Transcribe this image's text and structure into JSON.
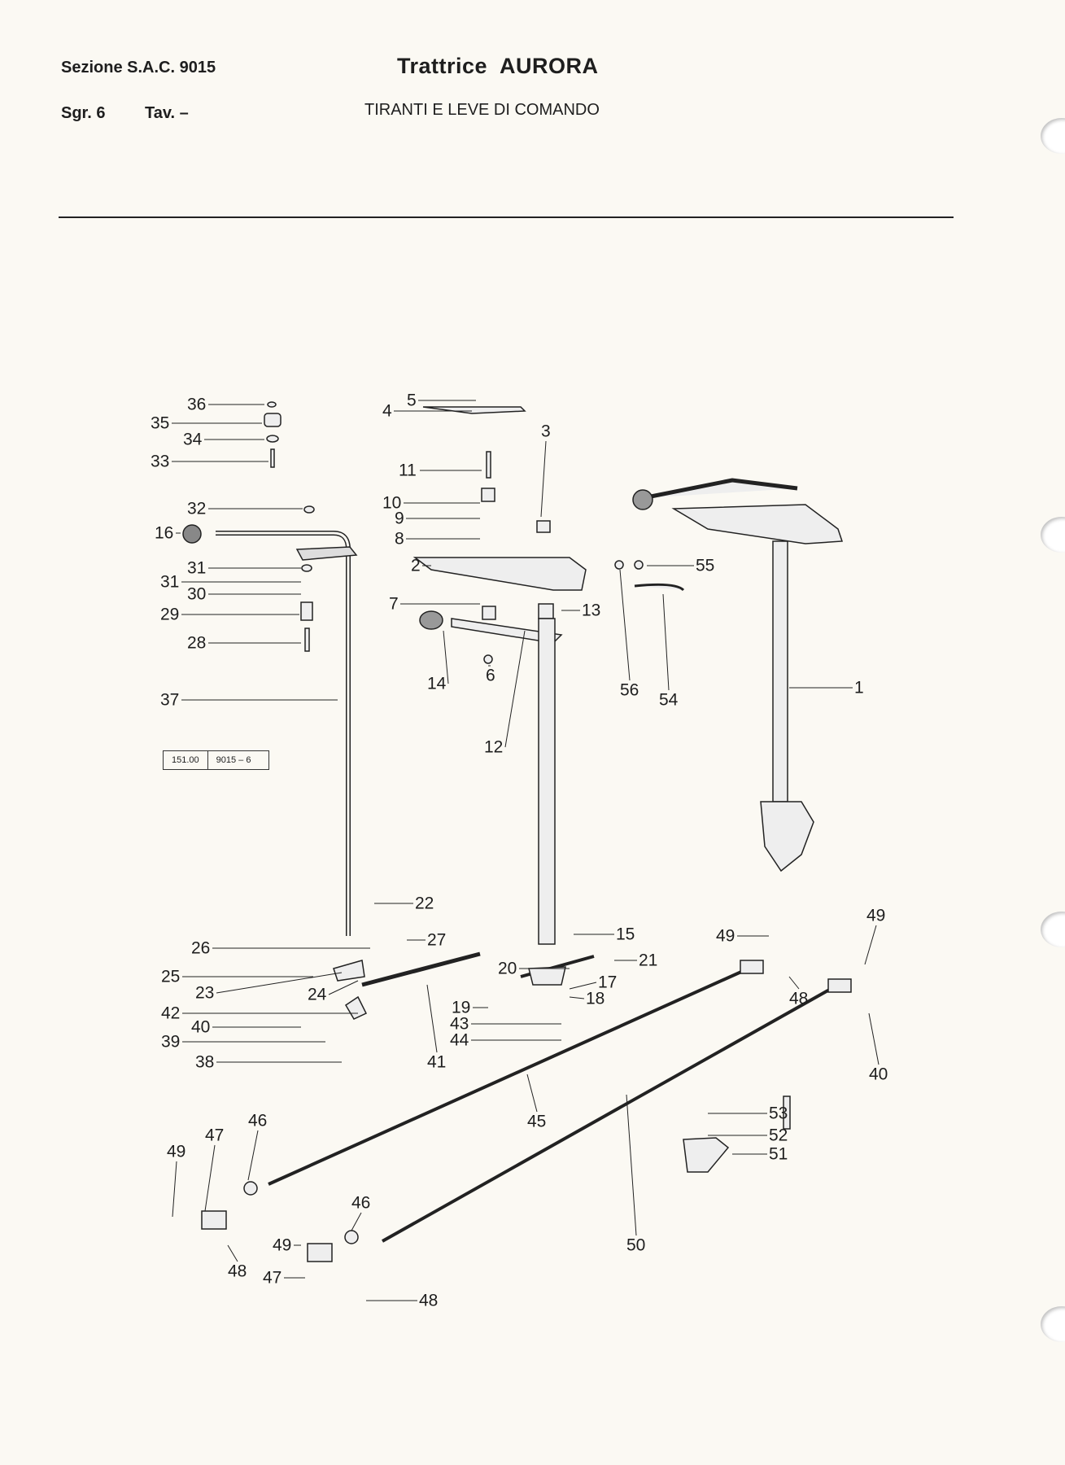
{
  "header": {
    "section": "Sezione S.A.C. 9015",
    "subgroup": "Sgr. 6",
    "table": "Tav. –",
    "title": "Trattrice  AURORA",
    "subtitle": "TIRANTI E LEVE DI COMANDO"
  },
  "reference_box": {
    "code": "151.00",
    "ref": "9015 – 6"
  },
  "callouts": [
    "36",
    "35",
    "34",
    "33",
    "32",
    "16",
    "31",
    "31",
    "30",
    "29",
    "28",
    "37",
    "5",
    "4",
    "3",
    "11",
    "10",
    "9",
    "8",
    "2",
    "7",
    "13",
    "14",
    "6",
    "12",
    "56",
    "54",
    "55",
    "1",
    "22",
    "15",
    "49",
    "49",
    "26",
    "27",
    "25",
    "23",
    "24",
    "42",
    "40",
    "39",
    "38",
    "41",
    "20",
    "21",
    "17",
    "18",
    "19",
    "43",
    "44",
    "48",
    "40",
    "45",
    "53",
    "52",
    "51",
    "46",
    "47",
    "49",
    "48",
    "46",
    "49",
    "47",
    "48",
    "50"
  ]
}
